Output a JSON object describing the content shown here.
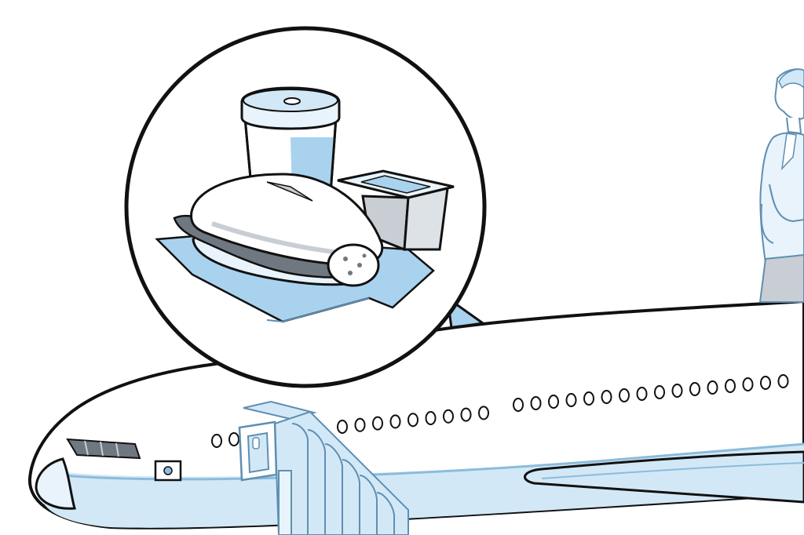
{
  "illustration": {
    "subject": "airplane-with-inflight-meal",
    "colors": {
      "outline": "#111111",
      "accent_blue": "#a9d2ee",
      "light_blue": "#d3e8f6",
      "pale_blue": "#e8f3fb",
      "grey": "#c8ced4",
      "dark_grey": "#6f7880",
      "white": "#ffffff"
    },
    "elements": {
      "meal_callout": {
        "items": [
          "drink-cup",
          "sandwich",
          "dessert-tub",
          "napkin"
        ]
      },
      "airplane": {
        "parts": [
          "fuselage",
          "cockpit-windows",
          "cabin-windows",
          "wing",
          "tail-fin"
        ]
      },
      "jet_bridge": {},
      "passenger": {}
    }
  }
}
